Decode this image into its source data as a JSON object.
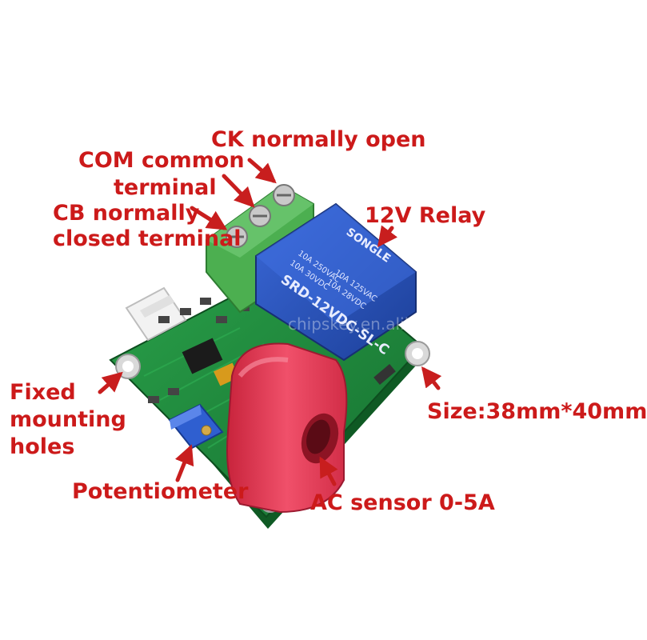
{
  "labels": {
    "ck_normally_open": "CK normally open",
    "com_common_line1": "COM common",
    "com_common_line2": "terminal",
    "cb_closed_line1": "CB normally",
    "cb_closed_line2": "closed terminal",
    "relay": "12V Relay",
    "fixed_holes_line1": "Fixed",
    "fixed_holes_line2": "mounting",
    "fixed_holes_line3": "holes",
    "size": "Size:38mm*40mm",
    "potentiometer": "Potentiometer",
    "ac_sensor": "AC sensor 0-5A"
  },
  "relay_markings": {
    "brand": "SONGLE",
    "model": "SRD-12VDC-SL-C",
    "rating1": "10A 250VAC",
    "rating2": "10A 30VDC",
    "rating3": "10A 125VAC",
    "rating4": "10A 28VDC"
  },
  "watermark": "chipskey.en.alibaba.com",
  "colors": {
    "label_text": "#cc1a1a",
    "arrow": "#c81e1e",
    "pcb": "#1f8a3c",
    "terminal_block": "#4caf50",
    "relay": "#2a4fb0",
    "current_transformer": "#e83a52",
    "potentiometer": "#2f5fd0"
  },
  "icons": [
    "pcb-board",
    "screw-terminal-block",
    "relay",
    "current-transformer",
    "potentiometer",
    "mounting-hole",
    "connector-header",
    "arrow"
  ]
}
